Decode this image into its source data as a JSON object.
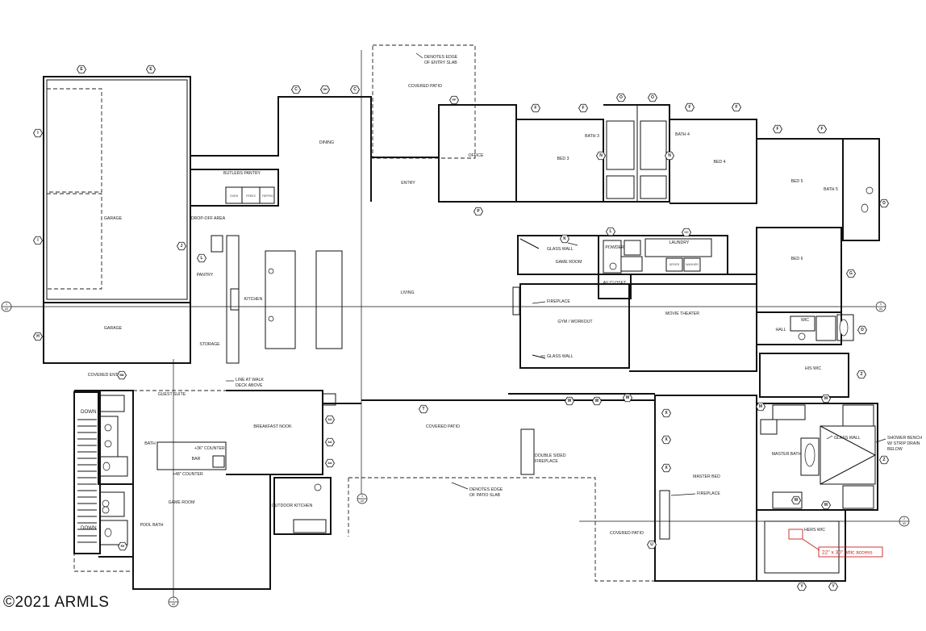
{
  "copyright": "©2021 ARMLS",
  "rooms": {
    "garage_top": "GARAGE",
    "garage_bottom": "GARAGE",
    "butlers_pantry": "BUTLERS PANTRY",
    "oven": "OVEN",
    "freez": "FREEZ",
    "refrig": "REFRIG",
    "drop_off_area": "DROP-OFF AREA",
    "pantry": "PANTRY",
    "storage": "STORAGE",
    "dining": "DINING",
    "kitchen": "KITCHEN",
    "living": "LIVING",
    "covered_patio_top": "COVERED PATIO",
    "entry": "ENTRY",
    "office": "OFFICE",
    "bed_3": "BED 3",
    "bath_3": "BATH 3",
    "bath_4": "BATH 4",
    "bed_4": "BED 4",
    "bed_5": "BED 5",
    "bath_5": "BATH 5",
    "bed_6": "BED 6",
    "gym_workout": "GYM / WORKOUT",
    "game_room_rear": "GAME ROOM",
    "powder": "POWDER",
    "laundry": "LAUNDRY",
    "dryer": "DRYER",
    "washer": "WASHER",
    "av_closet": "AV CLOSET",
    "movie_theater": "MOVIE THEATER",
    "guest_suite": "GUEST SUITE",
    "covered_entry": "COVERED ENTRY",
    "bath_left": "BATH",
    "bar": "BAR",
    "game_room": "GAME ROOM",
    "pool_bath": "POOL BATH",
    "breakfast_nook": "BREAKFAST NOOK",
    "outdoor_kitchen": "OUTDOOR KITCHEN",
    "covered_patio_mid": "COVERED PATIO",
    "master_bed": "MASTER BED",
    "covered_patio_bottom": "COVERED PATIO",
    "his_wic": "HIS WIC",
    "master_bath": "MASTER BATH",
    "hers_wic": "HERS WIC",
    "wic": "WIC",
    "hall": "HALL",
    "down_top": "DOWN",
    "down_bottom": "DOWN"
  },
  "notes": {
    "entry_slab": [
      "DENOTES EDGE",
      "OF ENTRY SLAB"
    ],
    "patio_slab": [
      "DENOTES EDGE",
      "OF PATIO SLAB"
    ],
    "glass_wall_1": "GLASS WALL",
    "glass_wall_2": "GLASS WALL",
    "glass_wall_3": "GLASS WALL",
    "fireplace_1": "FIREPLACE",
    "fireplace_2": "FIREPLACE",
    "double_sided": [
      "DOUBLE SIDED",
      "FIREPLACE"
    ],
    "line_walk_deck": [
      "LINE AT WALK",
      "DECK ABOVE"
    ],
    "counter_36": "+36\" COUNTER",
    "counter_48": "+48\" COUNTER",
    "shower_bench": [
      "SHOWER BENCH",
      "W/ STRIP DRAIN",
      "BELOW"
    ],
    "attic_access": "22\" x 30\" attic access"
  },
  "hex_tags": {
    "E1": "E",
    "E2": "E",
    "C1": "C",
    "HH": "HH",
    "C2": "C",
    "FF": "FF",
    "F1": "F",
    "F2": "F",
    "O1": "O",
    "O2": "O",
    "F3": "F",
    "F4": "F",
    "F5": "F",
    "F6": "F",
    "I1": "I",
    "I2": "I",
    "H1": "H",
    "J": "J",
    "L1": "L",
    "K": "K",
    "L2": "L",
    "G": "G",
    "D1": "D",
    "D2": "D",
    "Z1": "Z",
    "Z2": "Z",
    "W1": "W",
    "W2": "W",
    "W3": "W",
    "T": "T",
    "AA1": "AA",
    "AA2": "AA",
    "AA3": "AA",
    "Y1": "Y",
    "Y2": "Y",
    "X1": "X",
    "X2": "X",
    "X3": "X",
    "U": "U",
    "BB": "BB",
    "EE": "EE",
    "P": "P",
    "CC": "CC",
    "M1": "M",
    "M2": "M",
    "M3": "M",
    "M4": "M",
    "N1": "N",
    "N2": "N"
  },
  "section_marks": {
    "s1": "1",
    "s1_sheet": "A5",
    "s2": "2",
    "s2_sheet": "A5",
    "s3": "3",
    "s3_sheet": "A5",
    "s4": "4",
    "s4_sheet": "A5",
    "s5": "5",
    "s5_sheet": "A5"
  },
  "colors": {
    "line": "#111111",
    "attic_callout": "#cc2222",
    "background": "#ffffff"
  }
}
